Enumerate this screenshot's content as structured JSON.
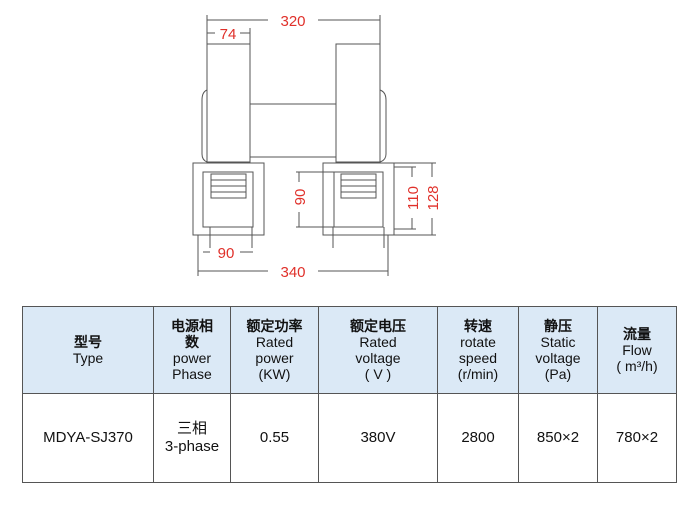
{
  "drawing": {
    "dimensions": {
      "overall_width": "320",
      "blower_width": "74",
      "outlet_height": "90",
      "base_inner_height": "110",
      "base_height": "128",
      "outlet_width": "90",
      "base_width": "340"
    },
    "dimension_color": "#e0302a"
  },
  "table": {
    "headers": [
      {
        "zh": "型号",
        "en": [
          "Type"
        ]
      },
      {
        "zh": "电源相数",
        "en": [
          "power",
          "Phase"
        ]
      },
      {
        "zh": "额定功率",
        "en": [
          "Rated",
          "power",
          "(KW)"
        ]
      },
      {
        "zh": "额定电压",
        "en": [
          "Rated",
          "voltage",
          "( V )"
        ]
      },
      {
        "zh": "转速",
        "en": [
          "rotate",
          "speed",
          "(r/min)"
        ]
      },
      {
        "zh": "静压",
        "en": [
          "Static",
          "voltage",
          "(Pa)"
        ]
      },
      {
        "zh": "流量",
        "en": [
          "Flow",
          "( m³/h)"
        ]
      }
    ],
    "row": {
      "type": "MDYA-SJ370",
      "phase_zh": "三相",
      "phase_en": "3-phase",
      "power": "0.55",
      "voltage": "380V",
      "speed": "2800",
      "static_pressure": "850×2",
      "flow": "780×2"
    },
    "header_bg": "#dbe9f6"
  }
}
